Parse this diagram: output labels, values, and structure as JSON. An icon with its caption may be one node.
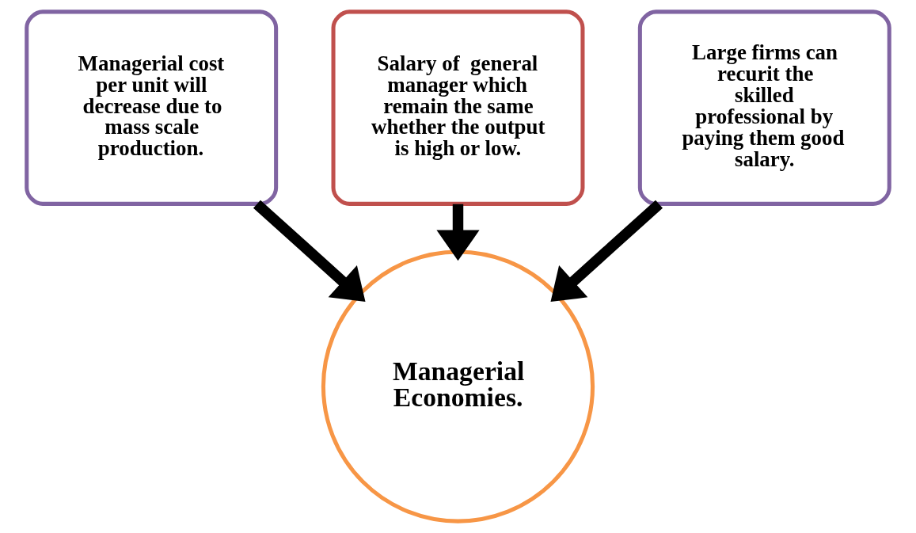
{
  "diagram": {
    "nodes": [
      {
        "text": [
          "Managerial cost per unit will decrease due to mass scale production."
        ]
      },
      {
        "text": [
          "Salary of  general manager which remain the same whether the output is high or low."
        ]
      },
      {
        "text": [
          "Large firms can recurit the skilled professional by paying them good salary."
        ]
      },
      {
        "text": [
          "Managerial Economies."
        ]
      }
    ],
    "edges": [
      {
        "from": 0,
        "to": 3,
        "arrow": "to"
      },
      {
        "from": 1,
        "to": 3,
        "arrow": "to"
      },
      {
        "from": 2,
        "to": 3,
        "arrow": "to"
      }
    ]
  }
}
